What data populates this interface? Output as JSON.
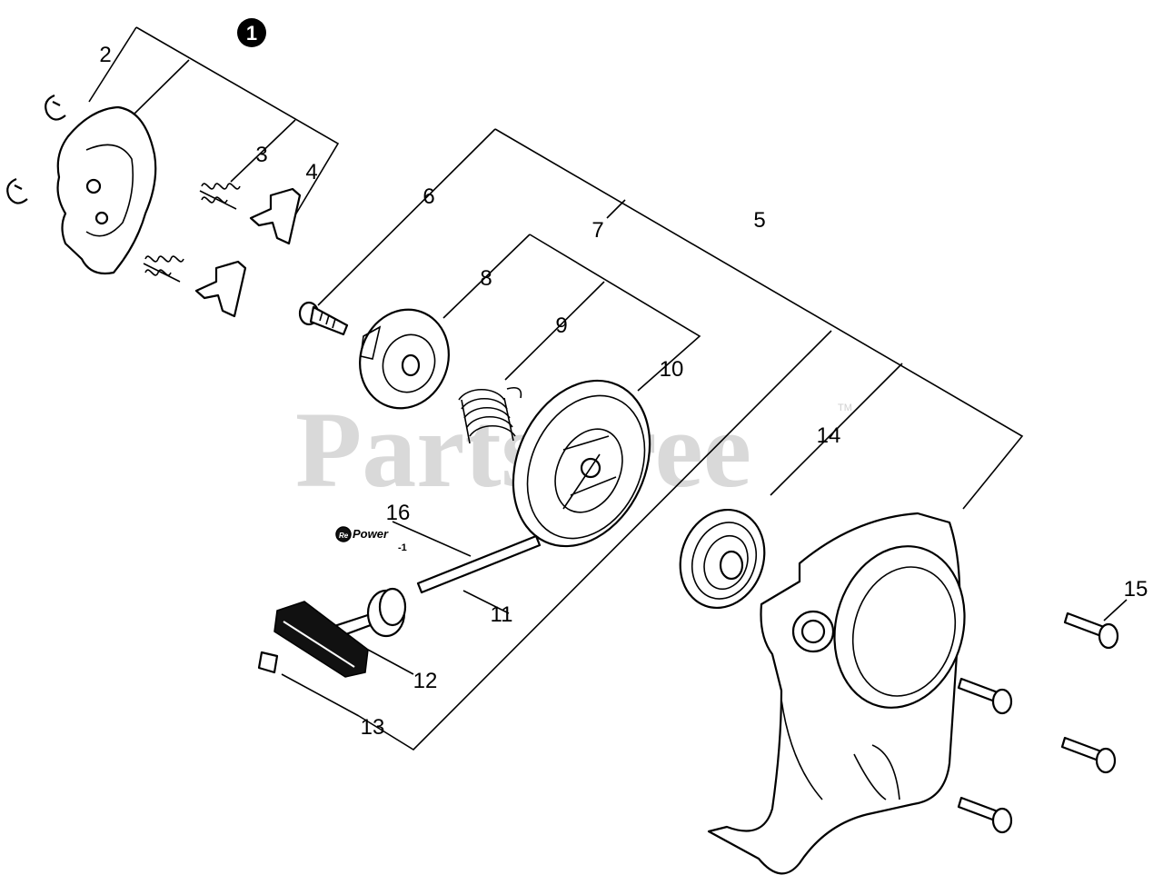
{
  "watermark": {
    "text": "PartsTree",
    "trademark": "TM"
  },
  "callouts": {
    "c1": "1",
    "c2": "2",
    "c3": "3",
    "c4": "4",
    "c5": "5",
    "c6": "6",
    "c7": "7",
    "c8": "8",
    "c9": "9",
    "c10": "10",
    "c11": "11",
    "c12": "12",
    "c13": "13",
    "c14": "14",
    "c15": "15",
    "c16": "16"
  },
  "repower_badge": {
    "prefix": "Re",
    "text": "Power",
    "suffix": "-1"
  },
  "colors": {
    "line": "#000000",
    "watermark": "#d9d9d9",
    "badge": "#000000"
  }
}
